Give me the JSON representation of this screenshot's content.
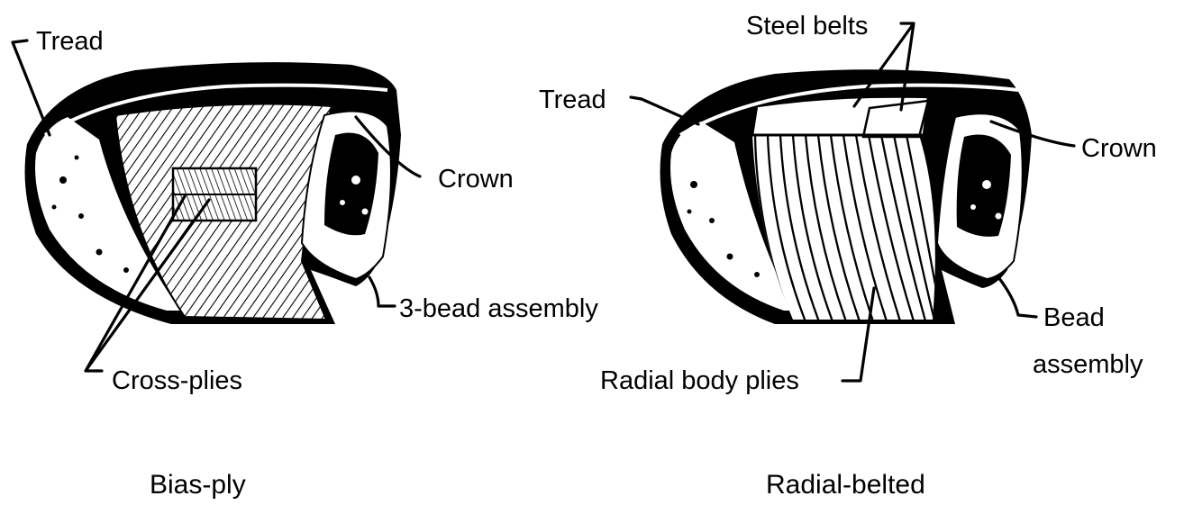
{
  "figure": {
    "left_tire": {
      "caption": "Bias-ply",
      "labels": {
        "tread": "Tread",
        "crown": "Crown",
        "bead": "3-bead assembly",
        "plies": "Cross-plies"
      }
    },
    "right_tire": {
      "caption": "Radial-belted",
      "labels": {
        "belts": "Steel belts",
        "tread": "Tread",
        "crown": "Crown",
        "bead_line1": "Bead",
        "bead_line2": "assembly",
        "plies": "Radial body plies"
      }
    }
  },
  "colors": {
    "ink": "#000000",
    "paper": "#ffffff"
  }
}
